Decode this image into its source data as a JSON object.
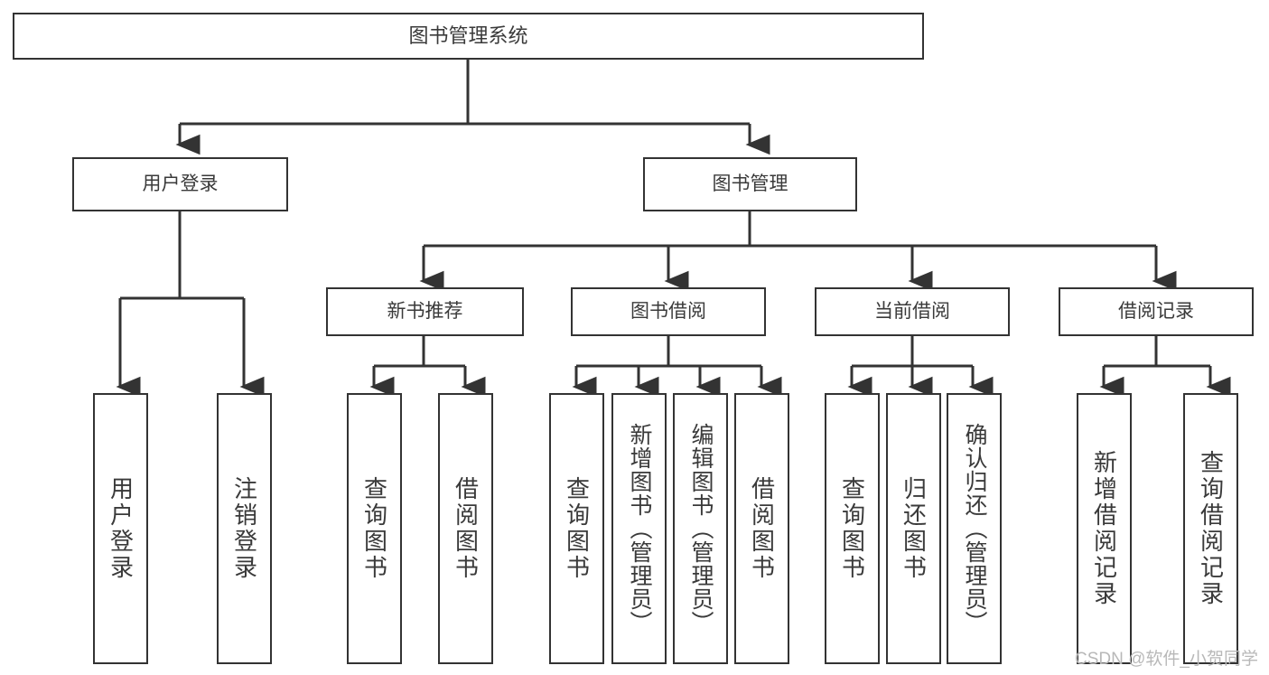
{
  "diagram": {
    "title": "图书管理系统",
    "type": "tree-hierarchy-diagram",
    "colors": {
      "stroke": "#333333",
      "fill": "#ffffff",
      "text": "#3a3a3a",
      "watermark": "#b8b8b8"
    },
    "root": {
      "label": "图书管理系统"
    },
    "level1": [
      {
        "label": "用户登录"
      },
      {
        "label": "图书管理"
      }
    ],
    "level2": [
      {
        "label": "新书推荐"
      },
      {
        "label": "图书借阅"
      },
      {
        "label": "当前借阅"
      },
      {
        "label": "借阅记录"
      }
    ],
    "leaves": {
      "user_login": [
        {
          "label": "用户登录"
        },
        {
          "label": "注销登录"
        }
      ],
      "new_book_recommend": [
        {
          "label": "查询图书"
        },
        {
          "label": "借阅图书"
        }
      ],
      "book_borrow": [
        {
          "label": "查询图书"
        },
        {
          "label": "新增图书（管理员）"
        },
        {
          "label": "编辑图书（管理员）"
        },
        {
          "label": "借阅图书"
        }
      ],
      "current_borrow": [
        {
          "label": "查询图书"
        },
        {
          "label": "归还图书"
        },
        {
          "label": "确认归还（管理员）"
        }
      ],
      "borrow_record": [
        {
          "label": "新增借阅记录"
        },
        {
          "label": "查询借阅记录"
        }
      ]
    },
    "watermark": "CSDN @软件_小贺同学"
  }
}
